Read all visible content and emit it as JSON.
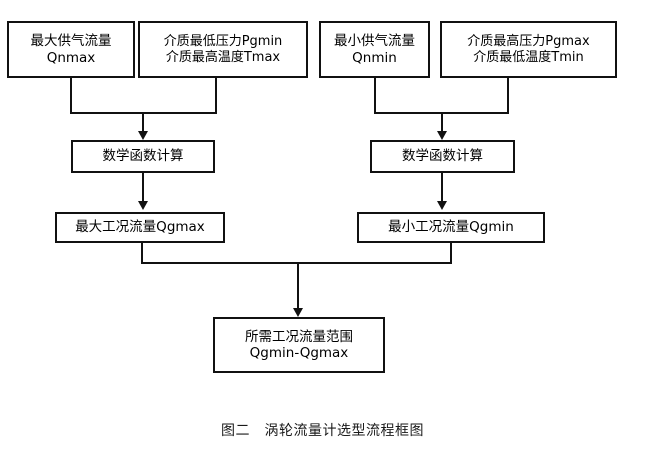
{
  "figure": {
    "caption": "图二　涡轮流量计选型流程框图",
    "colors": {
      "background": "#ffffff",
      "stroke": "#111111",
      "text": "#000000"
    }
  },
  "nodes": {
    "max_supply_flow": {
      "line1": "最大供气流量",
      "line2": "Qnmax"
    },
    "min_pressure_max_temp": {
      "line1": "介质最低压力Pgmin",
      "line2": "介质最高温度Tmax"
    },
    "min_supply_flow": {
      "line1": "最小供气流量",
      "line2": "Qnmin"
    },
    "max_pressure_min_temp": {
      "line1": "介质最高压力Pgmax",
      "line2": "介质最低温度Tmin"
    },
    "math_calc_left": {
      "line1": "数学函数计算"
    },
    "math_calc_right": {
      "line1": "数学函数计算"
    },
    "working_flow_max": {
      "line1": "最大工况流量Qgmax"
    },
    "working_flow_min": {
      "line1": "最小工况流量Qgmin"
    },
    "required_flow_range": {
      "line1": "所需工况流量范围",
      "line2": "Qgmin-Qgmax"
    }
  },
  "connectors": [
    {
      "name": "max-supply-flow-to-merge-left"
    },
    {
      "name": "min-pressure-max-temp-to-merge-left"
    },
    {
      "name": "merge-left-to-math-calc-left"
    },
    {
      "name": "min-supply-flow-to-merge-right"
    },
    {
      "name": "max-pressure-min-temp-to-merge-right"
    },
    {
      "name": "merge-right-to-math-calc-right"
    },
    {
      "name": "math-calc-left-to-working-flow-max"
    },
    {
      "name": "math-calc-right-to-working-flow-min"
    },
    {
      "name": "working-flow-max-to-merge-bottom"
    },
    {
      "name": "working-flow-min-to-merge-bottom"
    },
    {
      "name": "merge-bottom-to-required-flow-range"
    }
  ]
}
